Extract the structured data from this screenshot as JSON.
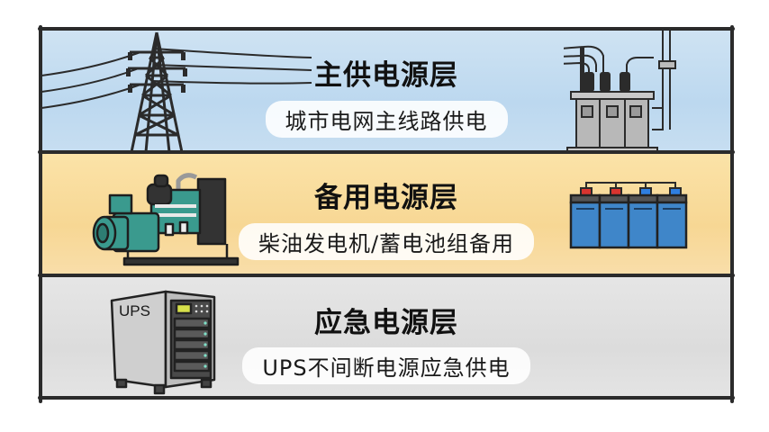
{
  "layers": [
    {
      "title": "主供电源层",
      "subtitle": "城市电网主线路供电",
      "color": "#c4dcf0",
      "icons": [
        "transmission-tower-icon",
        "transformer-icon"
      ]
    },
    {
      "title": "备用电源层",
      "subtitle": "柴油发电机/蓄电池组备用",
      "color": "#f8dc9c",
      "icons": [
        "diesel-generator-icon",
        "battery-bank-icon"
      ]
    },
    {
      "title": "应急电源层",
      "subtitle": "UPS不间断电源应急供电",
      "color": "#dfdfdf",
      "icons": [
        "ups-cabinet-icon"
      ]
    }
  ],
  "ups_label": "UPS",
  "colors": {
    "outline": "#2b2b2b",
    "generator": "#3a9a8e",
    "battery": "#3f86c9",
    "terminal_positive": "#d9342f",
    "terminal_negative": "#2f7fe0",
    "ups_screen": "#d6e04a"
  }
}
